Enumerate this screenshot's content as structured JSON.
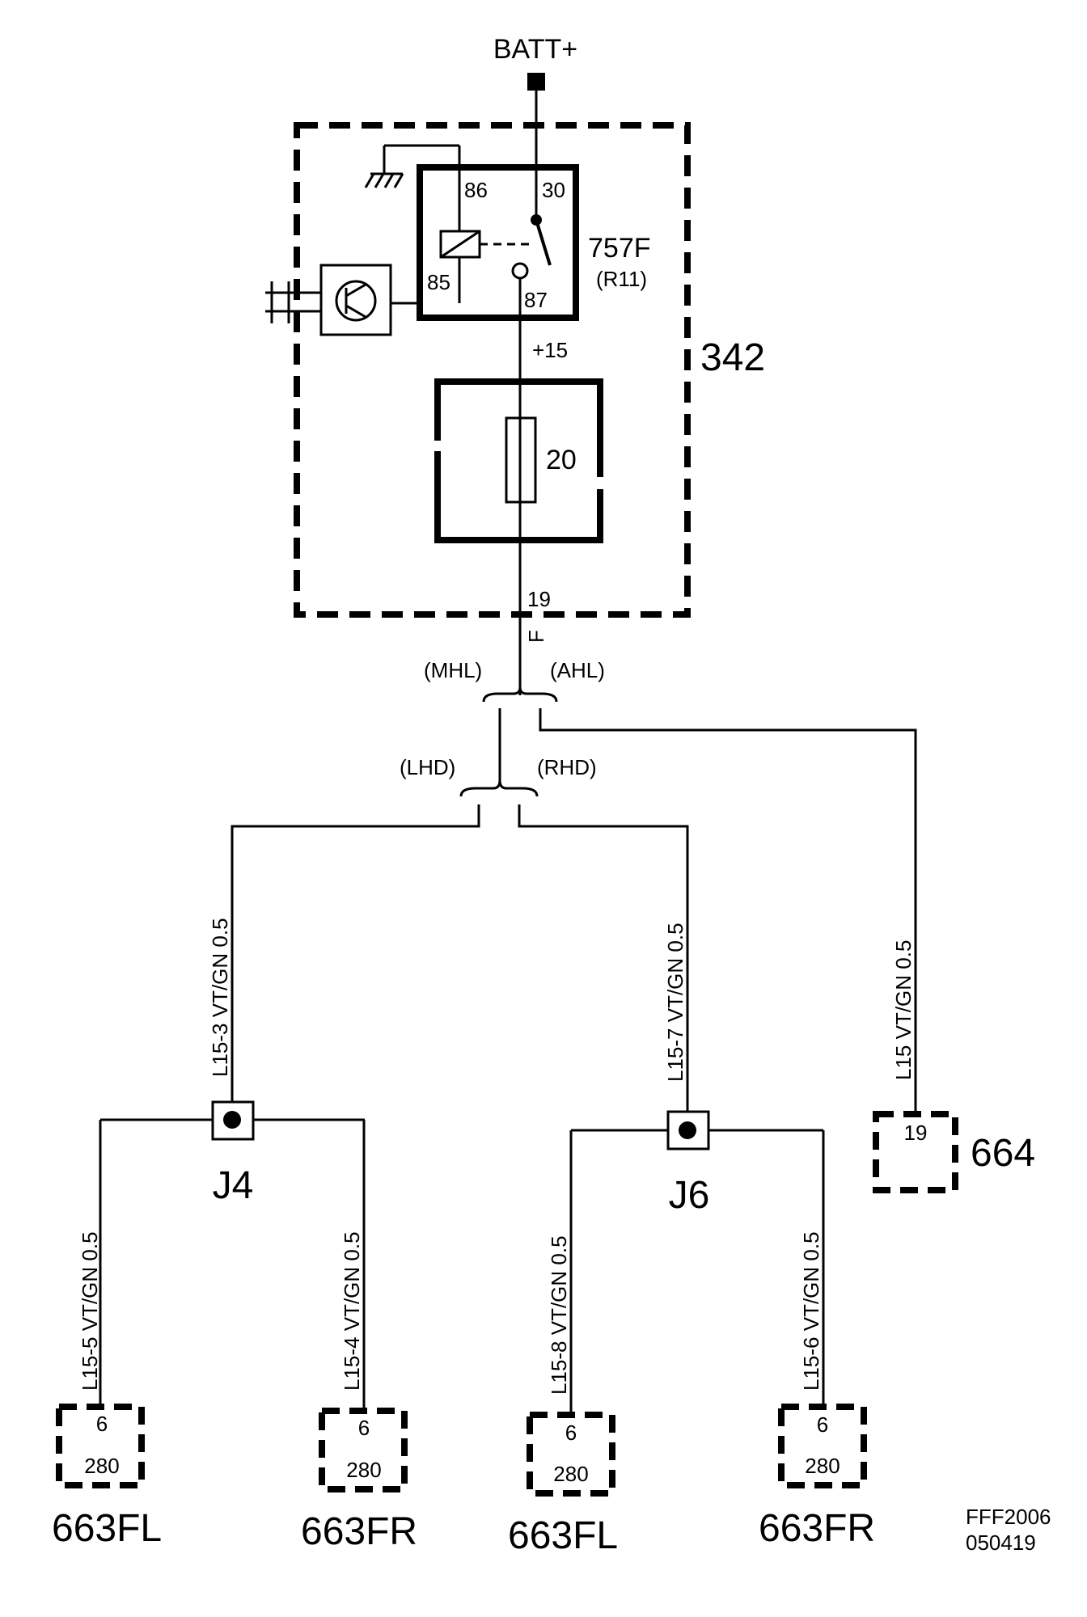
{
  "supply": {
    "label": "BATT+"
  },
  "module_342": {
    "id": "342"
  },
  "relay": {
    "id": "757F",
    "ref": "(R11)",
    "pins": {
      "p86": "86",
      "p30": "30",
      "p85": "85",
      "p87": "87"
    }
  },
  "feed": {
    "label": "+15"
  },
  "fuse": {
    "rating": "20"
  },
  "output": {
    "pin": "19",
    "pin_suffix": "F"
  },
  "variants": {
    "mhl": "(MHL)",
    "ahl": "(AHL)",
    "lhd": "(LHD)",
    "rhd": "(RHD)"
  },
  "wires": {
    "w_l15_3": "L15-3  VT/GN  0.5",
    "w_l15_7": "L15-7  VT/GN  0.5",
    "w_l15": "L15  VT/GN  0.5",
    "w_l15_5": "L15-5  VT/GN  0.5",
    "w_l15_4": "L15-4  VT/GN  0.5",
    "w_l15_8": "L15-8  VT/GN  0.5",
    "w_l15_6": "L15-6  VT/GN  0.5"
  },
  "junctions": {
    "j4": "J4",
    "j6": "J6"
  },
  "component_664": {
    "id": "664",
    "pin": "19"
  },
  "connectors": [
    {
      "pin": "6",
      "code": "280",
      "id": "663FL"
    },
    {
      "pin": "6",
      "code": "280",
      "id": "663FR"
    },
    {
      "pin": "6",
      "code": "280",
      "id": "663FL"
    },
    {
      "pin": "6",
      "code": "280",
      "id": "663FR"
    }
  ],
  "drawing_ref": {
    "line1": "FFF2006",
    "line2": "050419"
  }
}
